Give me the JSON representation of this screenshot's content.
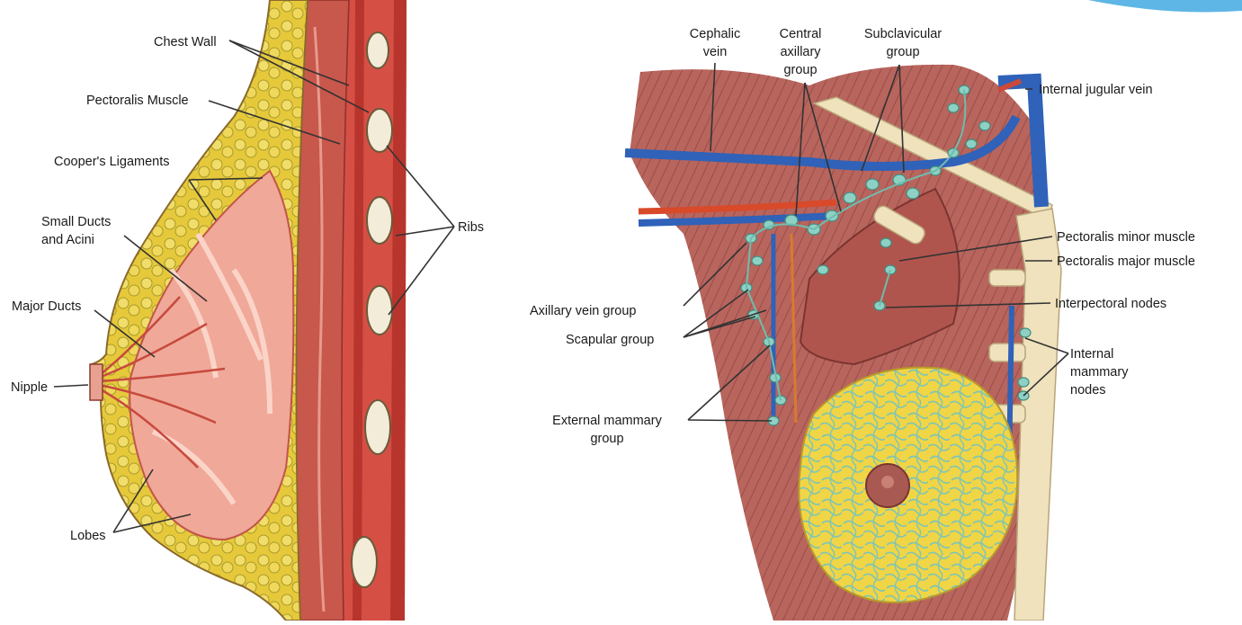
{
  "left_figure": {
    "labels": {
      "chest_wall": "Chest Wall",
      "pectoralis_muscle": "Pectoralis Muscle",
      "coopers_ligaments": "Cooper's Ligaments",
      "small_ducts_line1": "Small Ducts",
      "small_ducts_line2": "and Acini",
      "major_ducts": "Major Ducts",
      "nipple": "Nipple",
      "lobes": "Lobes",
      "ribs": "Ribs"
    }
  },
  "right_figure": {
    "labels": {
      "cephalic_line1": "Cephalic",
      "cephalic_line2": "vein",
      "central_line1": "Central",
      "central_line2": "axillary",
      "central_line3": "group",
      "subclavicular_line1": "Subclavicular",
      "subclavicular_line2": "group",
      "internal_jugular": "Internal jugular vein",
      "pect_minor": "Pectoralis minor muscle",
      "pect_major": "Pectoralis major muscle",
      "interpectoral": "Interpectoral nodes",
      "internal_mammary_line1": "Internal",
      "internal_mammary_line2": "mammary",
      "internal_mammary_line3": "nodes",
      "axillary_vein_group": "Axillary vein group",
      "scapular_group": "Scapular group",
      "external_mammary_line1": "External mammary",
      "external_mammary_line2": "group"
    }
  },
  "colors": {
    "muscle": "#b86a62",
    "muscle_dark": "#8e4640",
    "fat": "#e8cf3a",
    "fat_light": "#f2e27a",
    "gland": "#e99a8c",
    "vein": "#2f62b8",
    "artery": "#d84a2a",
    "node": "#8ed1c4",
    "bone": "#efe3c0",
    "skin": "#f4c7b5"
  }
}
